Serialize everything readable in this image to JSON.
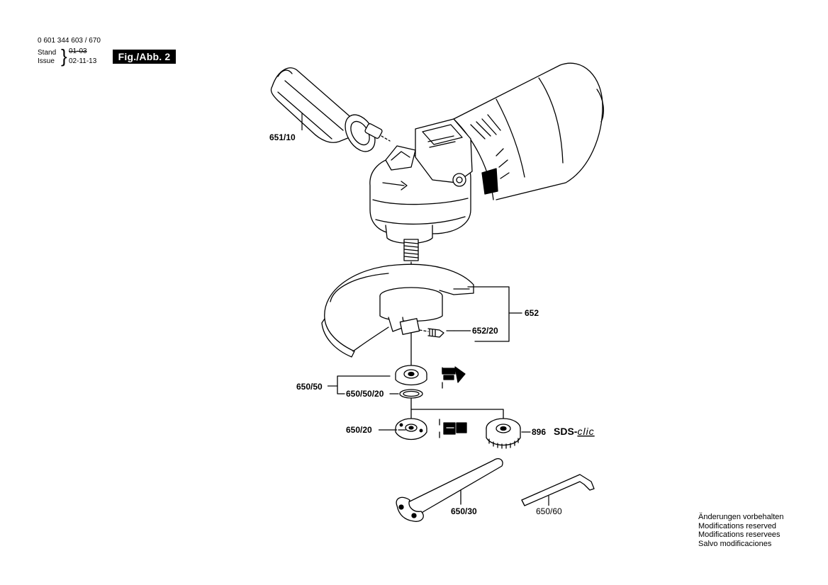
{
  "header": {
    "doc_number": "0 601 344 603 / 670",
    "stand_label": "Stand",
    "issue_label": "Issue",
    "date_old": "01-03",
    "date_new": "02-11-13",
    "figure_badge": "Fig./Abb. 2"
  },
  "parts": {
    "handle": "651/10",
    "guard": "652",
    "guard_screw": "652/20",
    "flange_assembly": "650/50",
    "flange_ring": "650/50/20",
    "mounting_flange": "650/20",
    "quick_nut": "896",
    "sds_brand": "SDS-",
    "sds_brand_suffix": "clic",
    "pin_spanner": "650/30",
    "allen_key": "650/60"
  },
  "footer_notes": [
    "Änderungen vorbehalten",
    "Modifications reserved",
    "Modifications reservees",
    "Salvo modificaciones"
  ],
  "colors": {
    "ink": "#000000",
    "paper": "#ffffff"
  }
}
